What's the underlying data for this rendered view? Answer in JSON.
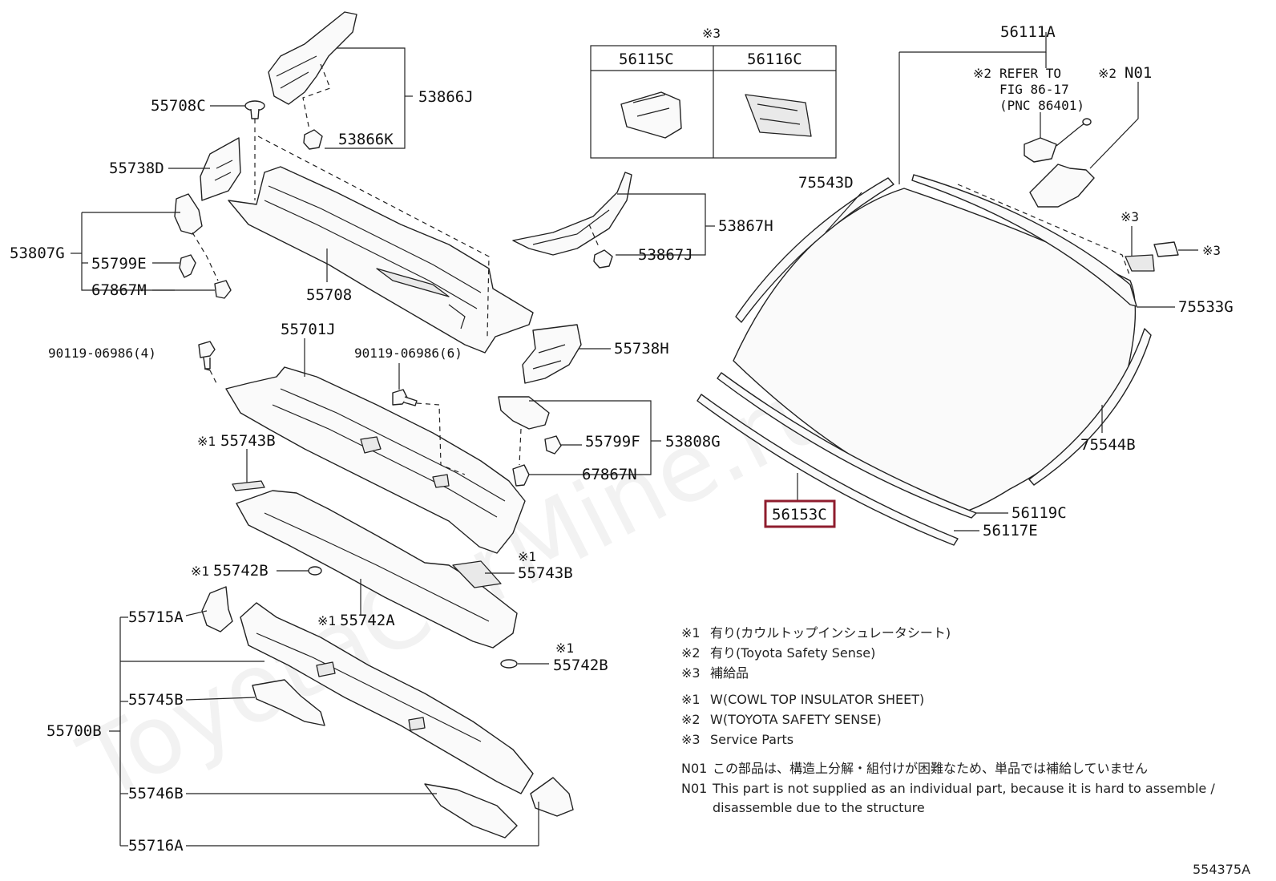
{
  "diagram": {
    "watermark": "ToyotaCarMine.ru",
    "figure_id": "554375A",
    "highlighted_part": "56153C",
    "labels": {
      "p53866J": "53866J",
      "p55708C": "55708C",
      "p53866K": "53866K",
      "p55738D": "55738D",
      "p53807G": "53807G",
      "p55799E": "55799E",
      "p67867M": "67867M",
      "p55708": "55708",
      "p53867H": "53867H",
      "p53867J": "53867J",
      "p55738H": "55738H",
      "p90119_4": "90119-06986(4)",
      "p55701J": "55701J",
      "p90119_6": "90119-06986(6)",
      "p55743B_a": "55743B",
      "p55799F": "55799F",
      "p53808G": "53808G",
      "p67867N": "67867N",
      "p55742B_a": "55742B",
      "p55743B_b": "55743B",
      "p55715A": "55715A",
      "p55742A": "55742A",
      "p55742B_b": "55742B",
      "p55745B": "55745B",
      "p55700B": "55700B",
      "p55746B": "55746B",
      "p55716A": "55716A",
      "p56111A": "56111A",
      "p75543D": "75543D",
      "pN01": "N01",
      "p75533G": "75533G",
      "p75544B": "75544B",
      "p56153C": "56153C",
      "p56119C": "56119C",
      "p56117E": "56117E"
    },
    "marks": {
      "m1": "※1",
      "m2": "※2",
      "m3": "※3",
      "mark1_55743B_a": "※1",
      "mark1_55742B_a": "※1",
      "mark1_55743B_b": "※1",
      "mark1_55742A": "※1",
      "mark1_55742B_b": "※1",
      "mark2_refer": "※2",
      "mark2_N01": "※2",
      "mark3_top": "※3",
      "mark3_side": "※3",
      "mark3_right": "※3"
    },
    "refer_note": [
      "REFER TO",
      "FIG 86-17",
      "(PNC 86401)"
    ],
    "service_box": {
      "cell_left": "56115C",
      "cell_right": "56116C"
    },
    "legend": {
      "jp1": "有り(カウルトップインシュレータシート)",
      "jp2": "有り(Toyota Safety Sense)",
      "jp3": "補給品",
      "en1": "W(COWL TOP INSULATOR SHEET)",
      "en2": "W(TOYOTA SAFETY SENSE)",
      "en3": "Service Parts",
      "n01_label": "N01",
      "n01_jp": "この部品は、構造上分解・組付けが困難なため、単品では補給していません",
      "n01_en_1": "This part is not supplied as an individual part, because it is hard to assemble /",
      "n01_en_2": "disassemble due to the structure"
    }
  }
}
